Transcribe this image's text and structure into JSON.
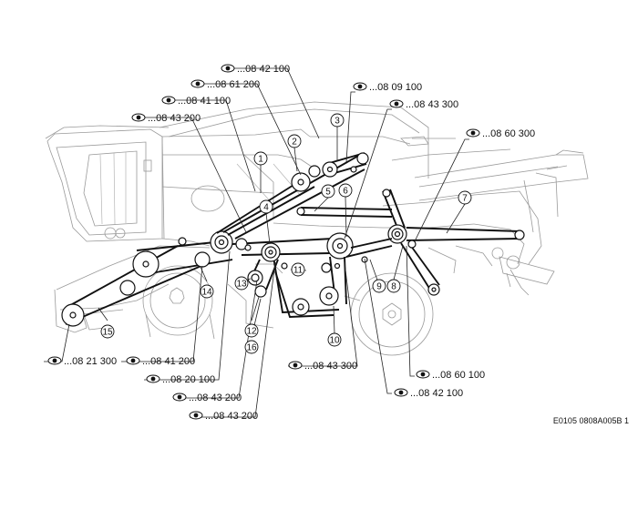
{
  "diagram": {
    "eye_icon": "eye-icon",
    "references": [
      "...08 42 100",
      "...08 61 200",
      "...08 41 100",
      "...08 43 200",
      "...08 09 100",
      "...08 43 300",
      "...08 60 300",
      "...08 21 300",
      "...08 41 200",
      "...08 20 100",
      "...08 43 200",
      "...08 43 200",
      "...08 43 300",
      "...08 60 100",
      "...08 42 100"
    ],
    "callouts": [
      "1",
      "2",
      "3",
      "4",
      "5",
      "6",
      "7",
      "8",
      "9",
      "10",
      "11",
      "12",
      "13",
      "14",
      "15",
      "16"
    ],
    "figure_code": "E0105 0808A005B 1"
  }
}
